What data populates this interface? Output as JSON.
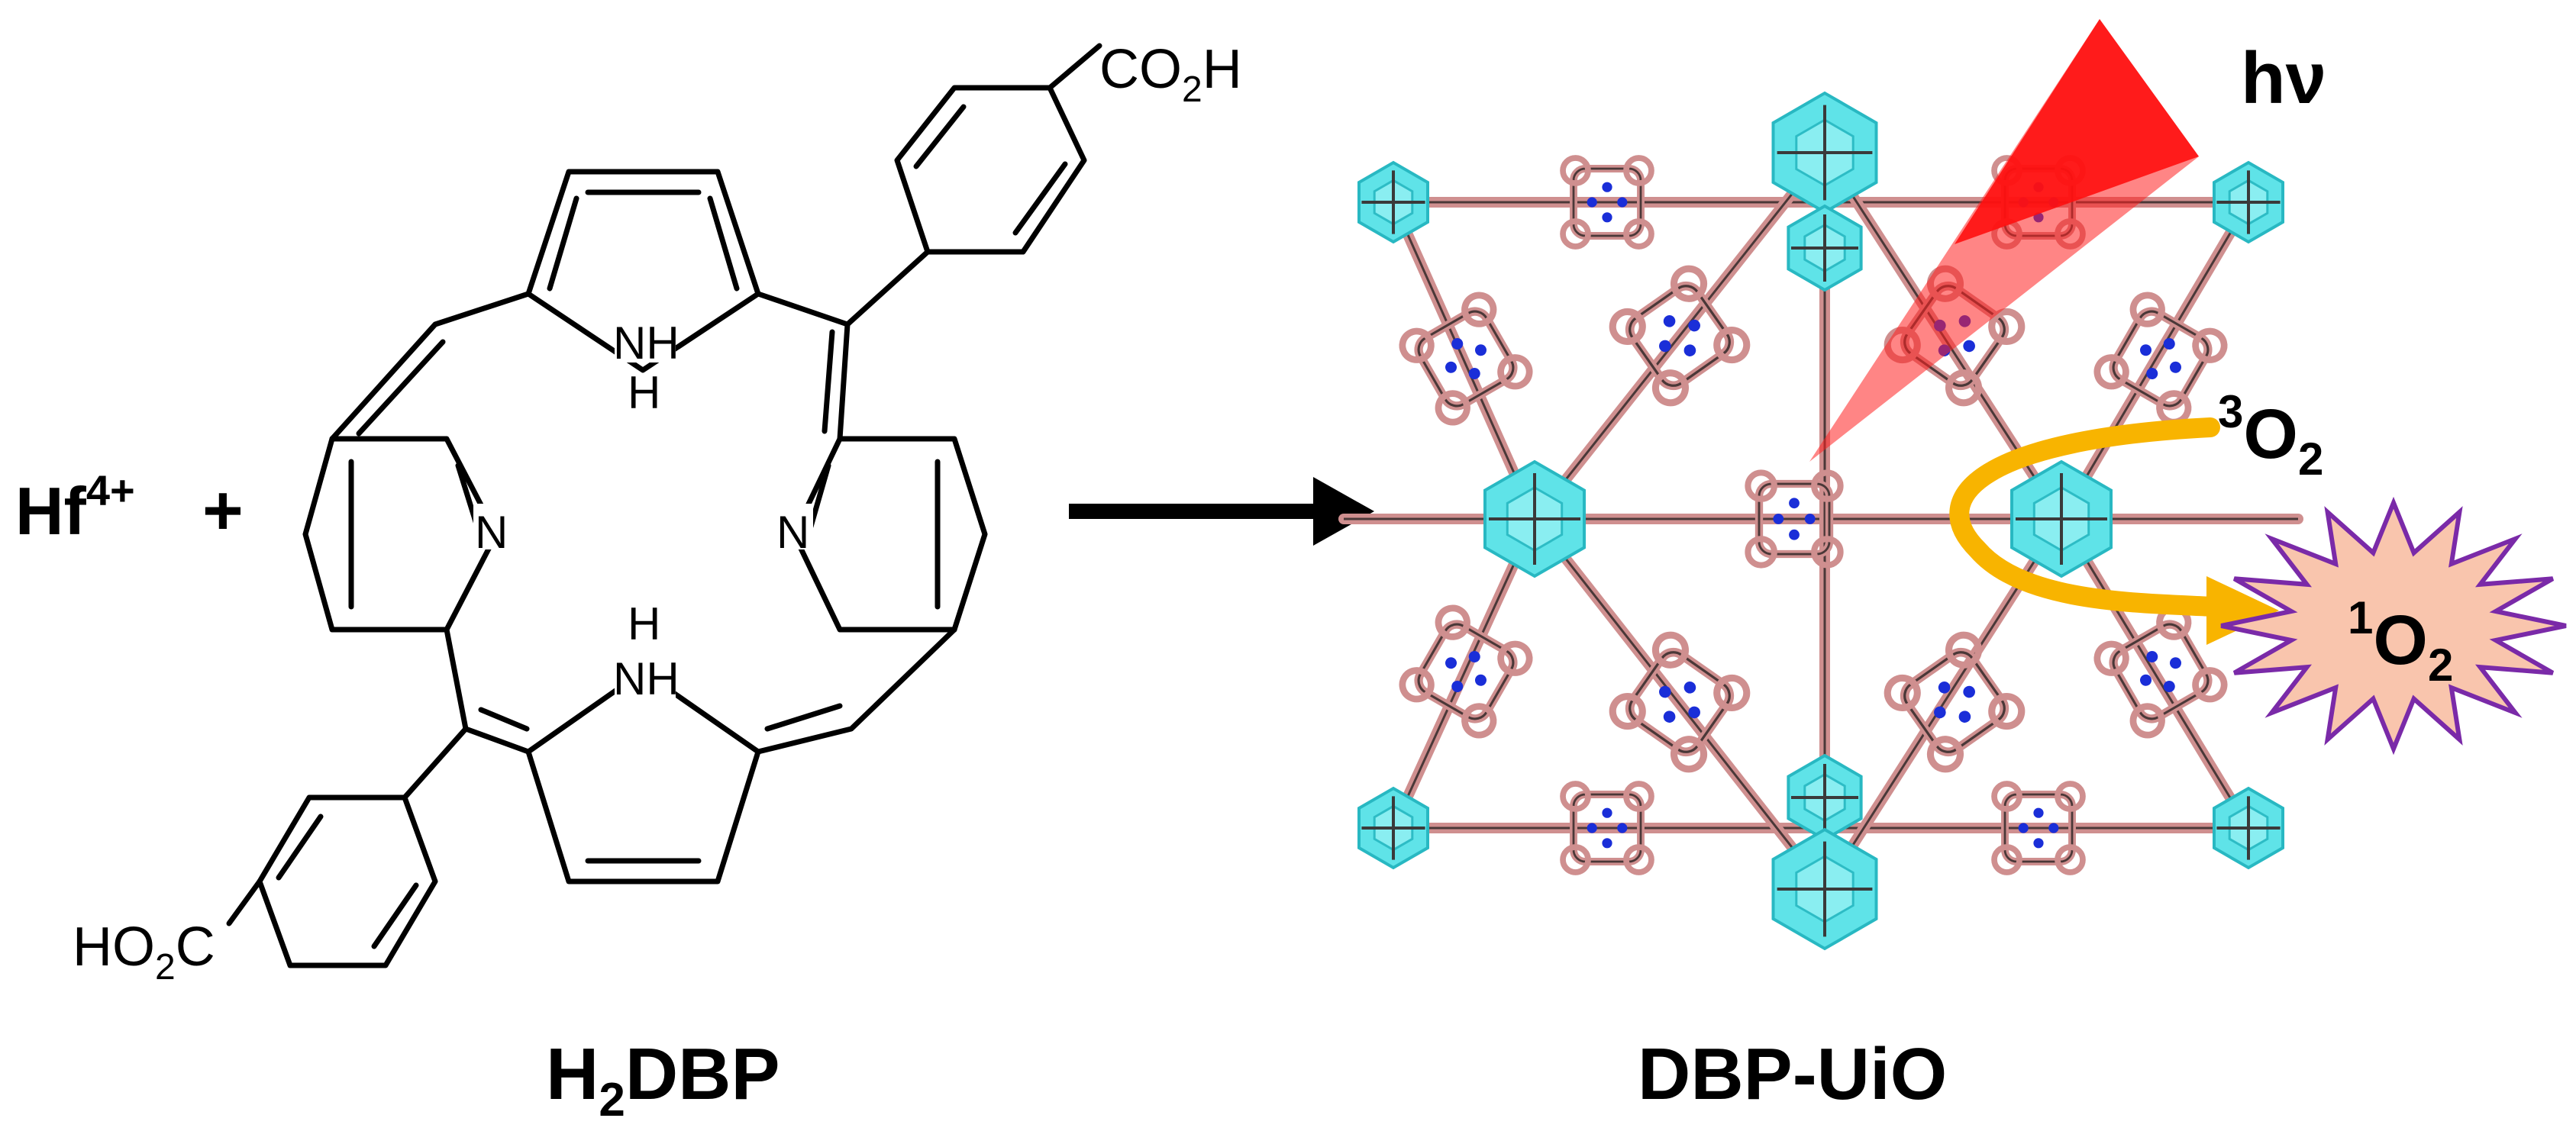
{
  "reactant": {
    "metal_symbol": "Hf",
    "metal_charge": "4+",
    "plus": "+"
  },
  "ligand": {
    "name_prefix": "H",
    "name_sub": "2",
    "name_suffix": "DBP",
    "atom_labels": {
      "nh_top_n": "NH",
      "nh_top_h": "H",
      "n_left": "N",
      "n_right": "N",
      "nh_bottom_h": "H",
      "nh_bottom_n": "NH"
    },
    "acid_top": {
      "main": "CO",
      "sub": "2",
      "tail": "H"
    },
    "acid_bottom": {
      "head": "HO",
      "sub": "2",
      "tail": "C"
    }
  },
  "framework": {
    "name": "DBP-UiO",
    "light_label": "hν",
    "triplet_sup": "3",
    "triplet_main": "O",
    "triplet_sub": "2",
    "singlet_sup": "1",
    "singlet_main": "O",
    "singlet_sub": "2"
  },
  "colors": {
    "cluster": "#5fe3e8",
    "cluster_dark": "#28b8c2",
    "linker": "#cf8f8f",
    "linker_dark": "#4a3838",
    "nitrogen": "#1a2ed8",
    "light": "#ff1a1a",
    "arrow": "#f8b400",
    "singlet_fill": "#f9c5ad",
    "singlet_stroke": "#7a2aa8"
  }
}
